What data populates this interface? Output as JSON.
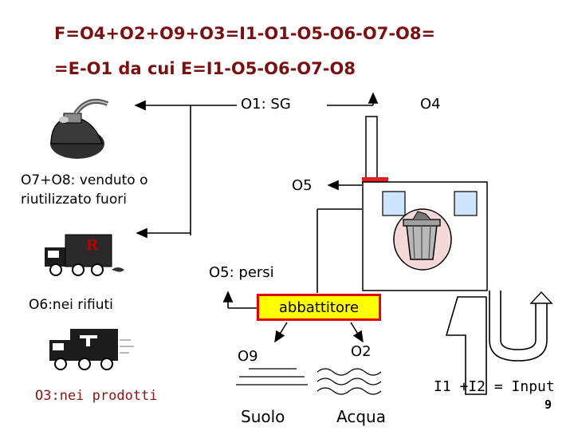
{
  "equation": {
    "line1": "F=O4+O2+O9+O3=I1-O1-O5-O6-O7-O8=",
    "line2": "=E-O1 da cui E=I1-O5-O6-O7-O8"
  },
  "labels": {
    "o1": "O1: SG",
    "o4": "O4",
    "o7o8_line1": "O7+O8: venduto o",
    "o7o8_line2": "riutilizzato fuori",
    "o5": "O5",
    "o5_lost": "O5: persi",
    "o6": "O6:nei rifiuti",
    "abbattitore": "abbattitore",
    "o9": "O9",
    "o2": "O2",
    "o3": "O3:nei prodotti",
    "suolo": "Suolo",
    "acqua": "Acqua",
    "input": "I1 +I2 = Input",
    "truck_badge": "R",
    "page_number": "9"
  },
  "colors": {
    "equation": "#7a1010",
    "o3_text": "#8b1414",
    "abbattitore_fill": "#ffff00",
    "abbattitore_border": "#e60000",
    "window_blue": "#cfe5ff",
    "chimney_cap": "#e02020"
  },
  "icons": [
    "gas-can-icon",
    "recycle-truck-icon",
    "garbage-truck-icon",
    "trash-bin-icon",
    "up-arrow-icon",
    "u-pipe-icon",
    "wave-icon"
  ]
}
